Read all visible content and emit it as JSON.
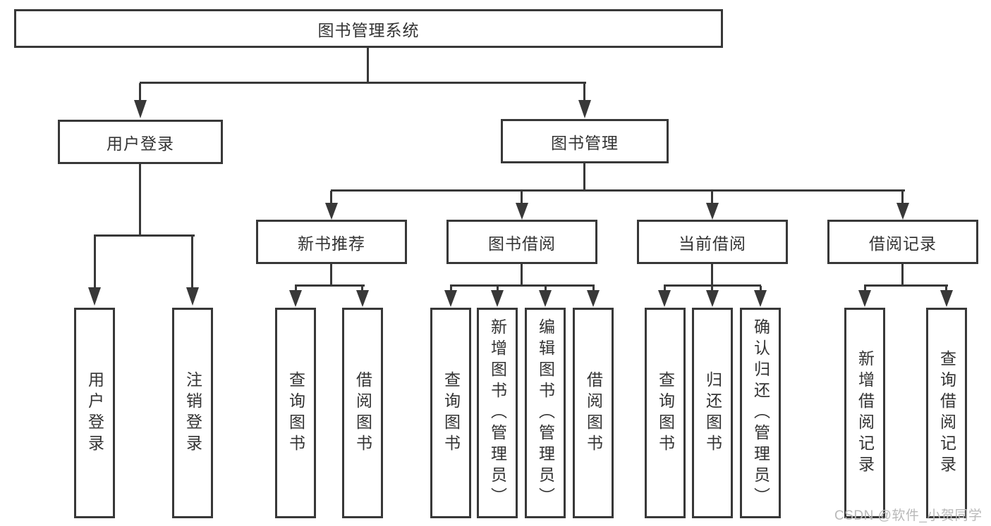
{
  "colors": {
    "line": "#383838",
    "text": "#333333",
    "watermark": "#b9b9b9",
    "background": "#ffffff"
  },
  "nodes": {
    "root": "图书管理系统",
    "user_login": "用户登录",
    "book_mgmt": "图书管理",
    "new_book": "新书推荐",
    "book_borrow": "图书借阅",
    "current_borrow": "当前借阅",
    "borrow_records": "借阅记录",
    "leaf_user_login": "用户登录",
    "leaf_logout": "注销登录",
    "leaf_nb_query": "查询图书",
    "leaf_nb_borrow": "借阅图书",
    "leaf_bb_query": "查询图书",
    "leaf_bb_add": "新增图书（管理员）",
    "leaf_bb_edit": "编辑图书（管理员）",
    "leaf_bb_borrow": "借阅图书",
    "leaf_cb_query": "查询图书",
    "leaf_cb_return": "归还图书",
    "leaf_cb_confirm": "确认归还（管理员）",
    "leaf_br_add": "新增借阅记录",
    "leaf_br_query": "查询借阅记录"
  },
  "hierarchy": {
    "图书管理系统": [
      "用户登录",
      "图书管理"
    ],
    "用户登录": [
      "用户登录",
      "注销登录"
    ],
    "图书管理": [
      "新书推荐",
      "图书借阅",
      "当前借阅",
      "借阅记录"
    ],
    "新书推荐": [
      "查询图书",
      "借阅图书"
    ],
    "图书借阅": [
      "查询图书",
      "新增图书（管理员）",
      "编辑图书（管理员）",
      "借阅图书"
    ],
    "当前借阅": [
      "查询图书",
      "归还图书",
      "确认归还（管理员）"
    ],
    "借阅记录": [
      "新增借阅记录",
      "查询借阅记录"
    ]
  },
  "watermark": "CSDN @软件_小贺同学"
}
